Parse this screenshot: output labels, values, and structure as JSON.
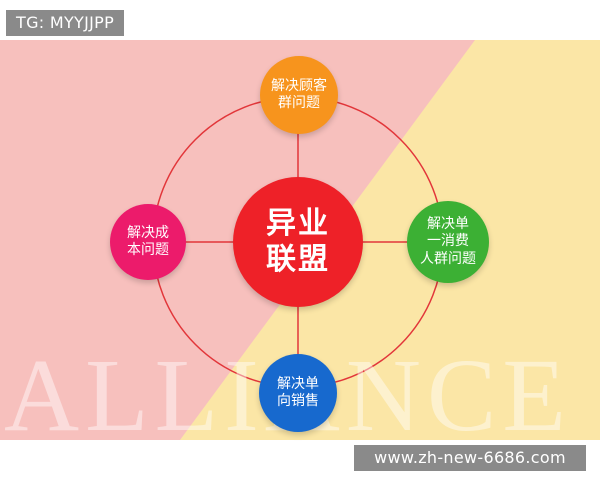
{
  "tag": "TG: MYYJJPP",
  "url": "www.zh-new-6686.com",
  "watermark": "ALLIANCE",
  "colors": {
    "bg_pink": "#f7c0bd",
    "bg_yellow": "#fbe6a6",
    "ring": "#e2363a",
    "center": "#ee2128",
    "top": "#f7941d",
    "left": "#ec1b6b",
    "right": "#3cb034",
    "bottom": "#1769ce"
  },
  "diagram": {
    "center": "异业\n联盟",
    "top": "解决顾客\n群问题",
    "left": "解决成\n本问题",
    "right": "解决单\n一消费\n人群问题",
    "bottom": "解决单\n向销售"
  }
}
